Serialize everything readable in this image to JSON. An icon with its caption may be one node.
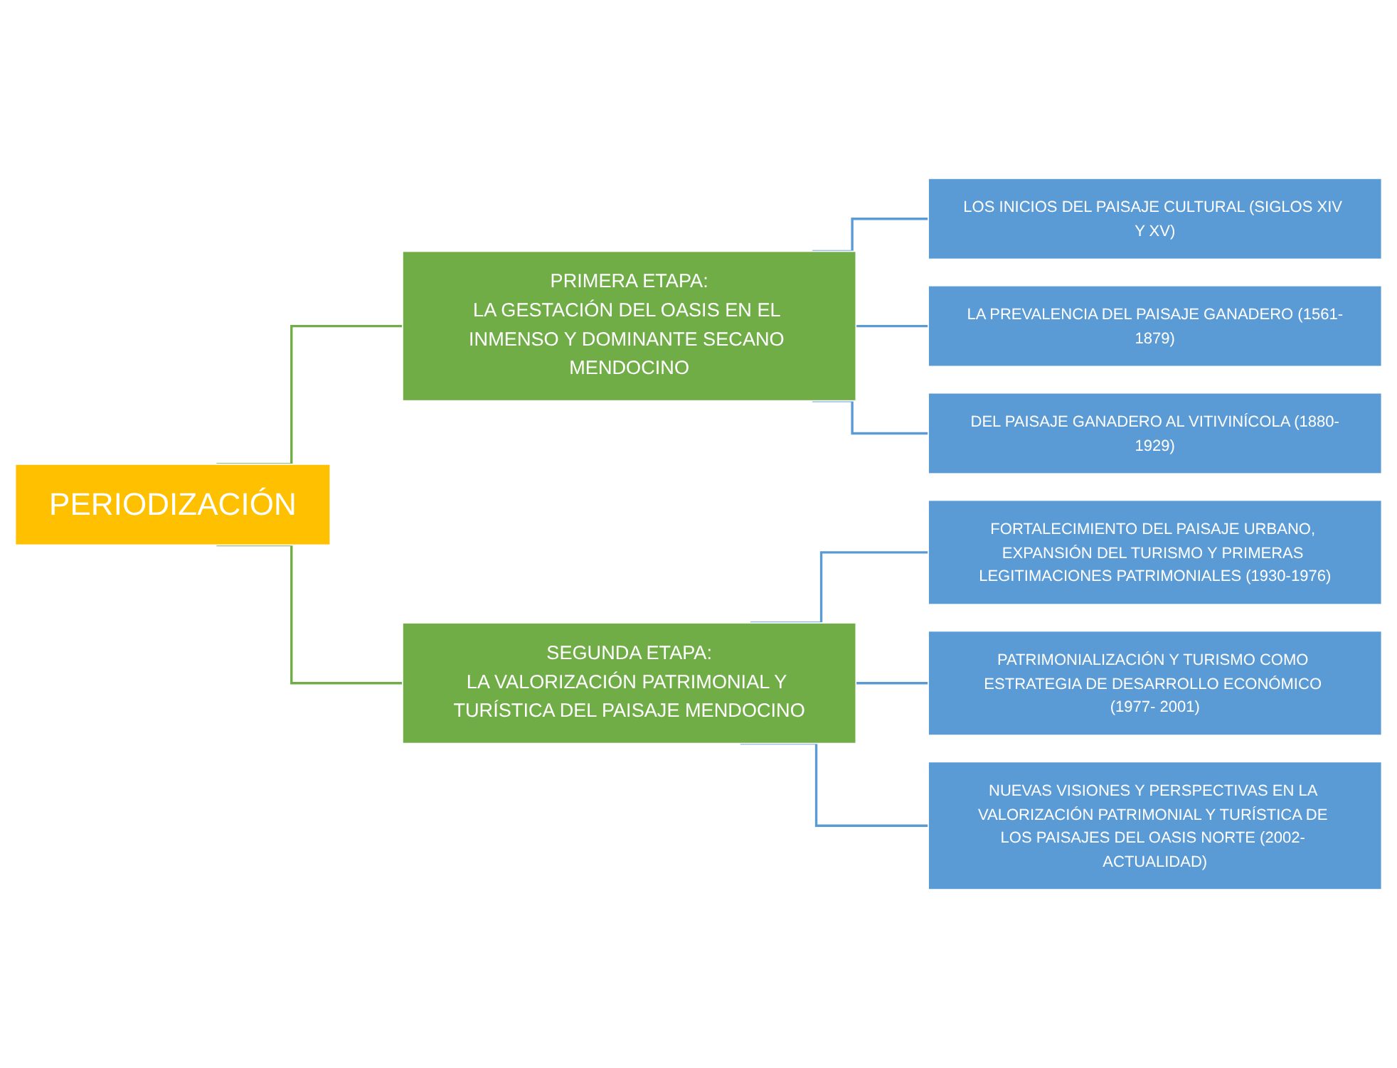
{
  "diagram": {
    "nodes": [
      {
        "text": [
          "PERIODIZACIÓN"
        ]
      },
      {
        "text": [
          "PRIMERA ETAPA:",
          "LA GESTACIÓN DEL OASIS EN EL INMENSO Y DOMINANTE SECANO MENDOCINO"
        ]
      },
      {
        "text": [
          "LOS INICIOS DEL PAISAJE CULTURAL (SIGLOS XIV Y XV)"
        ]
      },
      {
        "text": [
          "LA PREVALENCIA DEL PAISAJE GANADERO (1561-1879)"
        ]
      },
      {
        "text": [
          "DEL PAISAJE GANADERO AL VITIVINÍCOLA (1880-1929)"
        ]
      },
      {
        "text": [
          "SEGUNDA ETAPA:",
          "LA VALORIZACIÓN PATRIMONIAL Y TURÍSTICA DEL PAISAJE MENDOCINO"
        ]
      },
      {
        "text": [
          "FORTALECIMIENTO DEL PAISAJE URBANO, EXPANSIÓN DEL TURISMO Y PRIMERAS LEGITIMACIONES PATRIMONIALES (1930-1976)"
        ]
      },
      {
        "text": [
          "PATRIMONIALIZACIÓN Y TURISMO COMO ESTRATEGIA DE DESARROLLO ECONÓMICO (1977- 2001)"
        ]
      },
      {
        "text": [
          "NUEVAS VISIONES Y PERSPECTIVAS EN LA VALORIZACIÓN PATRIMONIAL Y TURÍSTICA DE LOS PAISAJES DEL OASIS NORTE (2002- ACTUALIDAD)"
        ]
      }
    ],
    "edges": [
      {
        "from": 0,
        "to": 1,
        "arrow": "none",
        "color": "#70ad47"
      },
      {
        "from": 0,
        "to": 5,
        "arrow": "none",
        "color": "#70ad47"
      },
      {
        "from": 1,
        "to": 2,
        "arrow": "none"
      },
      {
        "from": 1,
        "to": 3,
        "arrow": "none"
      },
      {
        "from": 1,
        "to": 4,
        "arrow": "none"
      },
      {
        "from": 5,
        "to": 6,
        "arrow": "none"
      },
      {
        "from": 5,
        "to": 7,
        "arrow": "none"
      },
      {
        "from": 5,
        "to": 8,
        "arrow": "none"
      }
    ]
  }
}
